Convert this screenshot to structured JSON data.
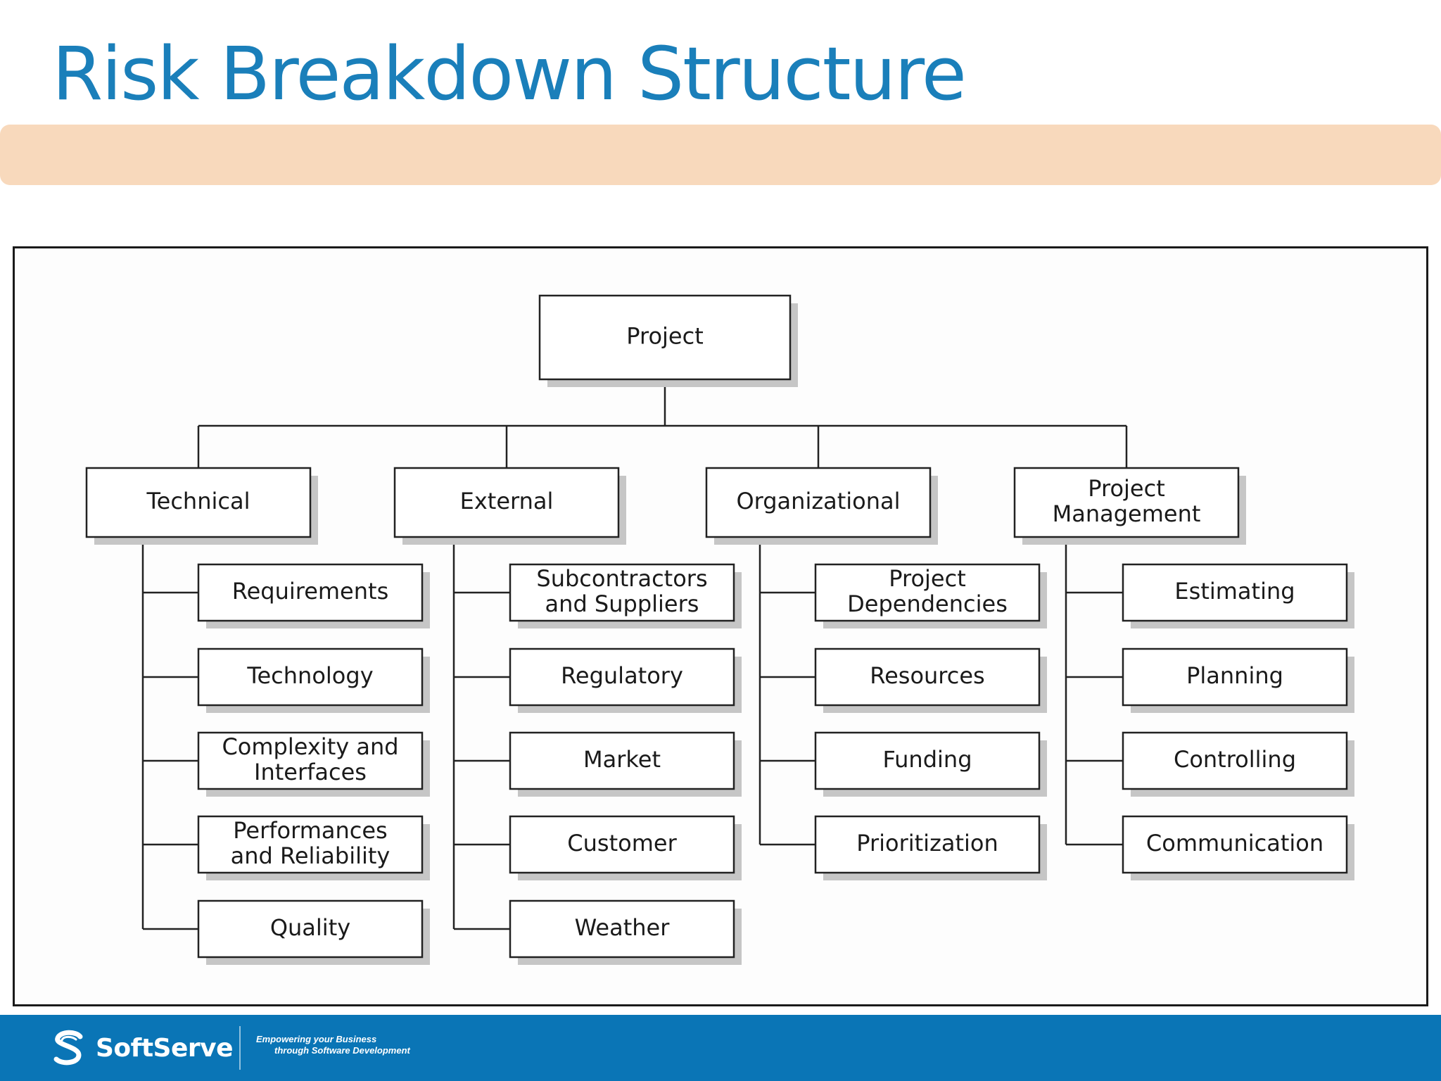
{
  "slide": {
    "title": "Risk Breakdown Structure",
    "title_color": "#1a7fba",
    "band_color": "#f8d9bc",
    "footer_color": "#0a75b6"
  },
  "diagram": {
    "root": {
      "lines": [
        "Project"
      ]
    },
    "categories": [
      {
        "lines": [
          "Technical"
        ],
        "children": [
          [
            "Requirements"
          ],
          [
            "Technology"
          ],
          [
            "Complexity and",
            "Interfaces"
          ],
          [
            "Performances",
            "and Reliability"
          ],
          [
            "Quality"
          ]
        ]
      },
      {
        "lines": [
          "External"
        ],
        "children": [
          [
            "Subcontractors",
            "and Suppliers"
          ],
          [
            "Regulatory"
          ],
          [
            "Market"
          ],
          [
            "Customer"
          ],
          [
            "Weather"
          ]
        ]
      },
      {
        "lines": [
          "Organizational"
        ],
        "children": [
          [
            "Project",
            "Dependencies"
          ],
          [
            "Resources"
          ],
          [
            "Funding"
          ],
          [
            "Prioritization"
          ]
        ]
      },
      {
        "lines": [
          "Project",
          "Management"
        ],
        "children": [
          [
            "Estimating"
          ],
          [
            "Planning"
          ],
          [
            "Controlling"
          ],
          [
            "Communication"
          ]
        ]
      }
    ]
  },
  "footer": {
    "brand": "SoftServe",
    "logo_icon": "softserve-logo-icon",
    "tagline_line1": "Empowering your Business",
    "tagline_line2": "through Software Development"
  }
}
